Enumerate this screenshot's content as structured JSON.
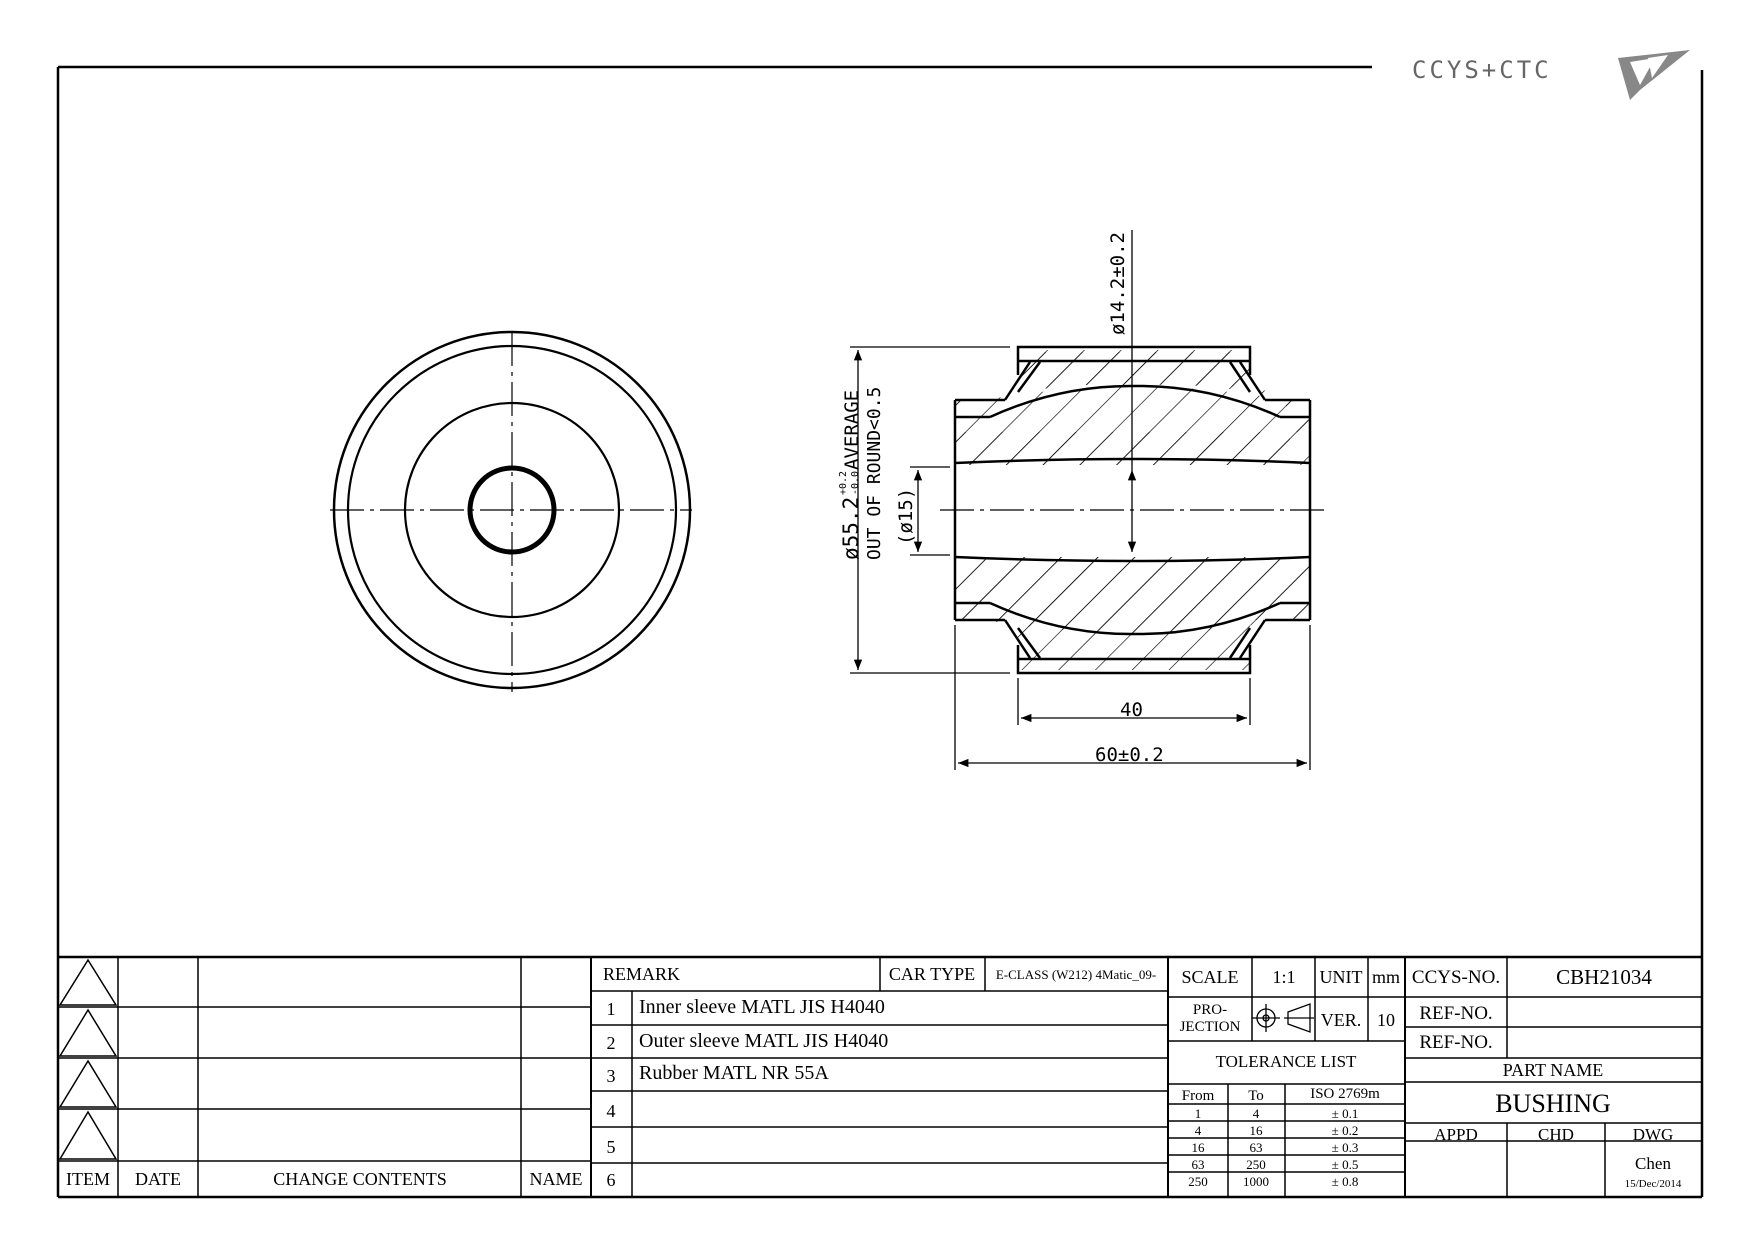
{
  "logo": {
    "text": "CCYS+CTC",
    "icon": "ccys-wing-logo-icon"
  },
  "dimensions": {
    "bore_dia": "ø14.2±0.2",
    "outer_dia_line1": "ø55.2",
    "outer_dia_tol_upper": "+0.2",
    "outer_dia_tol_lower": "-0.0",
    "outer_dia_suffix": "AVERAGE",
    "out_of_round": "OUT OF ROUND<0.5",
    "inner_ref": "(ø15)",
    "outer_length": "40",
    "total_length": "60±0.2"
  },
  "revision_block": {
    "headers": [
      "ITEM",
      "DATE",
      "CHANGE CONTENTS",
      "NAME"
    ],
    "rows": 4
  },
  "remarks": {
    "header": "REMARK",
    "car_type_label": "CAR TYPE",
    "car_type_value": "E-CLASS (W212) 4Matic_09-",
    "items": [
      {
        "no": "1",
        "text": "Inner sleeve MATL JIS H4040"
      },
      {
        "no": "2",
        "text": "Outer sleeve MATL JIS H4040"
      },
      {
        "no": "3",
        "text": "Rubber MATL NR 55A"
      },
      {
        "no": "4",
        "text": ""
      },
      {
        "no": "5",
        "text": ""
      },
      {
        "no": "6",
        "text": ""
      }
    ]
  },
  "info": {
    "scale_label": "SCALE",
    "scale_value": "1:1",
    "unit_label": "UNIT",
    "unit_value": "mm",
    "projection_label_1": "PRO-",
    "projection_label_2": "JECTION",
    "projection_icon": "first-angle-projection-icon",
    "ver_label": "VER.",
    "ver_value": "10",
    "tolerance_title": "TOLERANCE LIST",
    "tolerance_headers": [
      "From",
      "To",
      "ISO 2769m"
    ],
    "tolerance_rows": [
      {
        "from": "1",
        "to": "4",
        "tol": "± 0.1"
      },
      {
        "from": "4",
        "to": "16",
        "tol": "± 0.2"
      },
      {
        "from": "16",
        "to": "63",
        "tol": "± 0.3"
      },
      {
        "from": "63",
        "to": "250",
        "tol": "± 0.5"
      },
      {
        "from": "250",
        "to": "1000",
        "tol": "± 0.8"
      }
    ]
  },
  "title": {
    "ccys_no_label": "CCYS-NO.",
    "ccys_no_value": "CBH21034",
    "ref_no_label_1": "REF-NO.",
    "ref_no_label_2": "REF-NO.",
    "part_name_label": "PART NAME",
    "part_name_value": "BUSHING",
    "appd_label": "APPD",
    "chd_label": "CHD",
    "dwg_label": "DWG",
    "dwg_name": "Chen",
    "dwg_date": "15/Dec/2014"
  }
}
